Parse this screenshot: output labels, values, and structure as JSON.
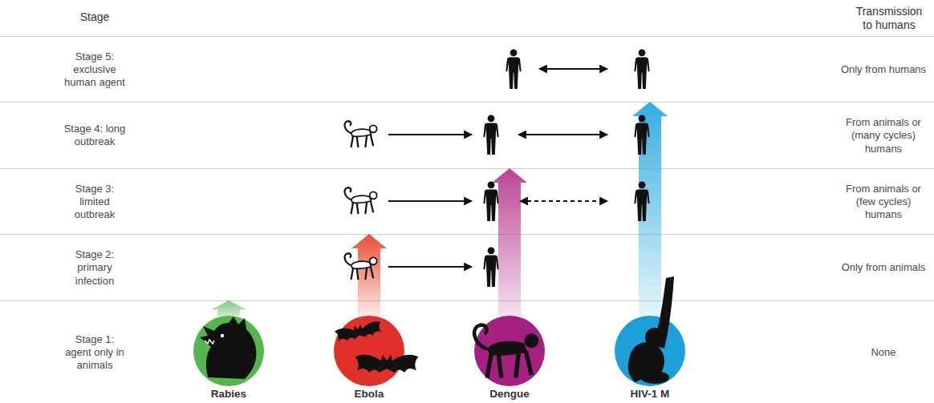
{
  "diagram": {
    "nodes": [
      {
        "text": [
          "Stage 5: exclusive human agent",
          "Only from humans"
        ]
      },
      {
        "text": [
          "Stage 4: long outbreak",
          "From animals or (many cycles) humans"
        ]
      },
      {
        "text": [
          "Stage 3: limited outbreak",
          "From animals or (few cycles) humans"
        ]
      },
      {
        "text": [
          "Stage 2: primary infection",
          "Only from animals"
        ]
      },
      {
        "text": [
          "Stage 1: agent only in animals",
          "None"
        ]
      },
      {
        "text": [
          "Rabies"
        ],
        "in": 4
      },
      {
        "text": [
          "Ebola"
        ],
        "in": 4
      },
      {
        "text": [
          "Dengue"
        ],
        "in": 4
      },
      {
        "text": [
          "HIV-1 M"
        ],
        "in": 4
      }
    ],
    "edges": [
      {
        "from": 5,
        "to": 3,
        "arrow": "to"
      },
      {
        "from": 6,
        "to": 2,
        "arrow": "to"
      },
      {
        "from": 7,
        "to": 1,
        "arrow": "to"
      },
      {
        "from": 8,
        "to": 0,
        "arrow": "to"
      }
    ],
    "labels": [
      "Stage",
      "Transmission to humans"
    ]
  }
}
